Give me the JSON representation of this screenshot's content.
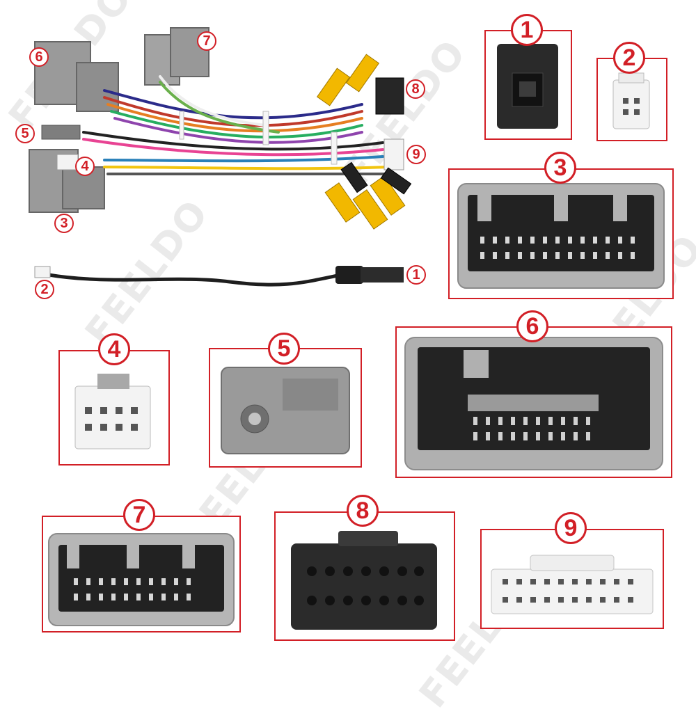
{
  "watermark": "FEELDO",
  "overview_labels": {
    "m1": "1",
    "m2": "2",
    "m3": "3",
    "m4": "4",
    "m5": "5",
    "m6": "6",
    "m7": "7",
    "m8": "8",
    "m9": "9"
  },
  "panels": {
    "p1": "1",
    "p2": "2",
    "p3": "3",
    "p4": "4",
    "p5": "5",
    "p6": "6",
    "p7": "7",
    "p8": "8",
    "p9": "9"
  },
  "colors": {
    "accent_red": "#d21f26",
    "connector_grey": "#8c8c8c",
    "connector_black": "#2a2a2a",
    "connector_white": "#f2f2f2",
    "rca_yellow": "#f2b800"
  }
}
